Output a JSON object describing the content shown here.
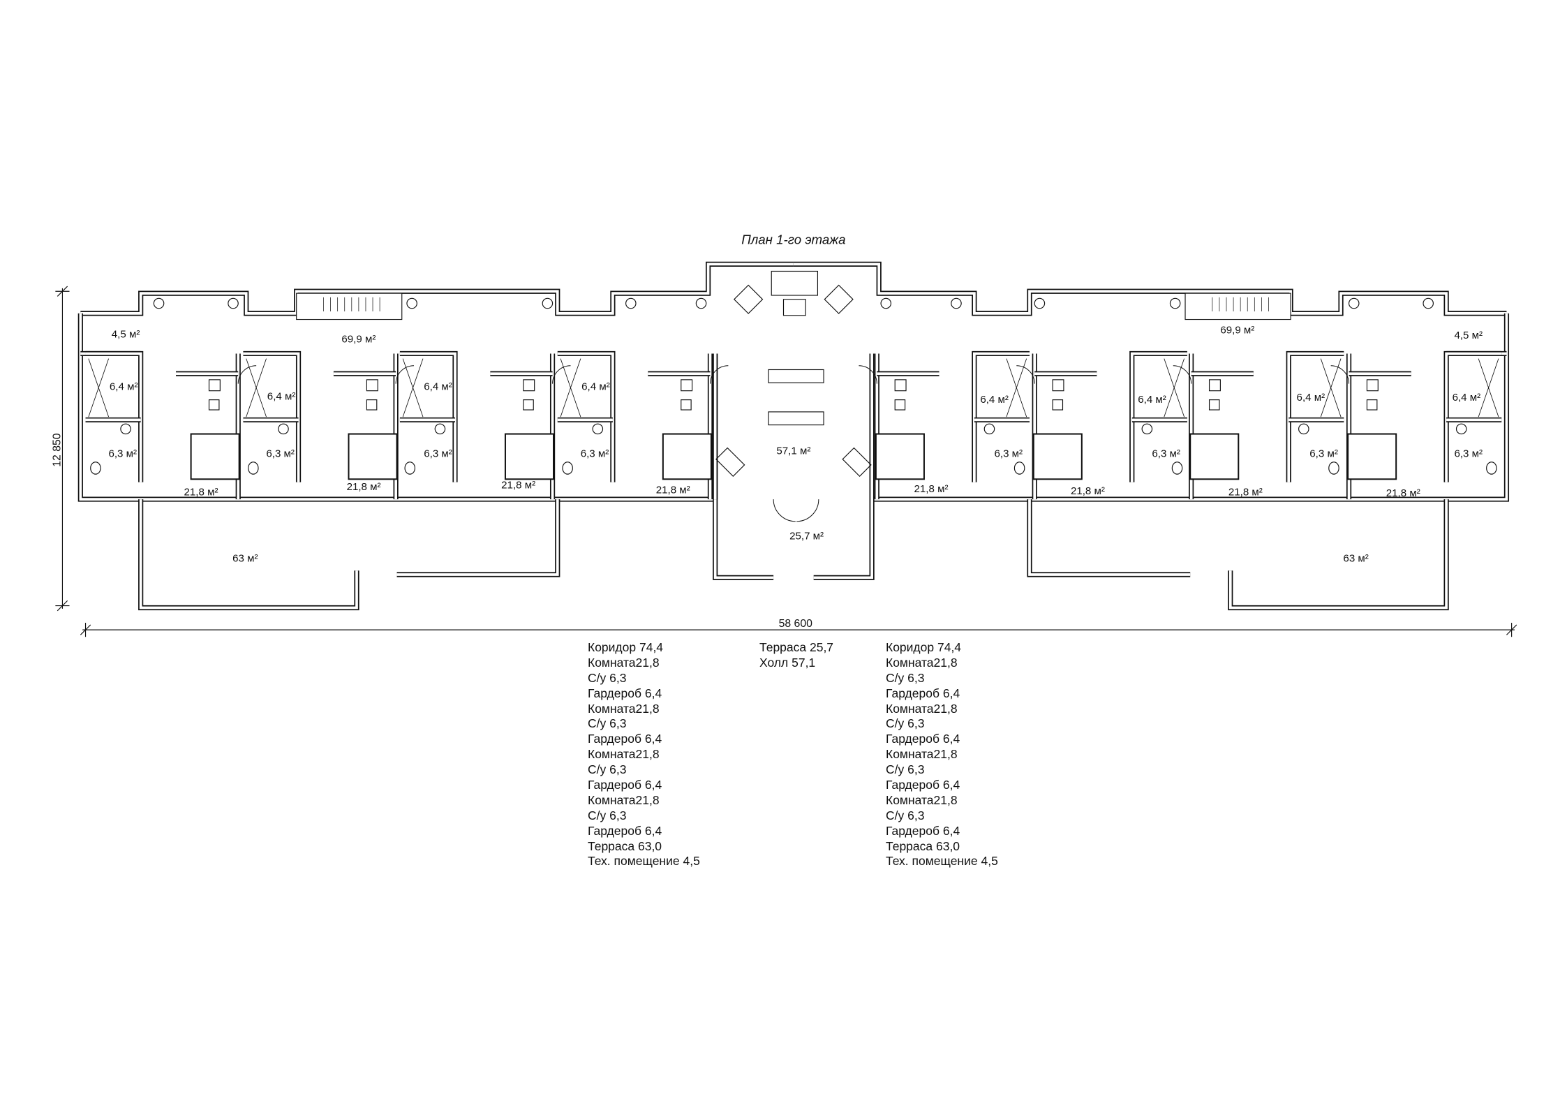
{
  "title": "План 1-го этажа",
  "dimensions": {
    "width_label": "58 600",
    "height_label": "12 850"
  },
  "area_labels": {
    "left_tech": "4,5 м²",
    "left_corridor": "69,9 м²",
    "right_corridor": "69,9 м²",
    "right_tech": "4,5 м²",
    "wardrobes": [
      "6,4 м²",
      "6,4 м²",
      "6,4 м²",
      "6,4 м²",
      "6,4 м²",
      "6,4 м²",
      "6,4 м²",
      "6,4 м²"
    ],
    "bathrooms": [
      "6,3 м²",
      "6,3 м²",
      "6,3 м²",
      "6,3 м²",
      "6,3 м²",
      "6,3 м²",
      "6,3 м²",
      "6,3 м²"
    ],
    "rooms": [
      "21,8 м²",
      "21,8 м²",
      "21,8 м²",
      "21,8 м²",
      "21,8 м²",
      "21,8 м²",
      "21,8 м²",
      "21,8 м²"
    ],
    "left_terrace": "63 м²",
    "right_terrace": "63 м²",
    "hall": "57,1 м²",
    "center_terrace": "25,7 м²"
  },
  "legend": {
    "left": [
      "Коридор 74,4",
      "Комната21,8",
      "С/у 6,3",
      "Гардероб 6,4",
      "Комната21,8",
      "С/у 6,3",
      "Гардероб 6,4",
      "Комната21,8",
      "С/у 6,3",
      "Гардероб 6,4",
      "Комната21,8",
      "С/у 6,3",
      "Гардероб 6,4",
      "Терраса 63,0",
      "Тех. помещение 4,5"
    ],
    "center": [
      "Терраса 25,7",
      "Холл 57,1"
    ],
    "right": [
      "Коридор 74,4",
      "Комната21,8",
      "С/у 6,3",
      "Гардероб 6,4",
      "Комната21,8",
      "С/у 6,3",
      "Гардероб 6,4",
      "Комната21,8",
      "С/у 6,3",
      "Гардероб 6,4",
      "Комната21,8",
      "С/у 6,3",
      "Гардероб 6,4",
      "Терраса 63,0",
      "Тех. помещение 4,5"
    ]
  }
}
